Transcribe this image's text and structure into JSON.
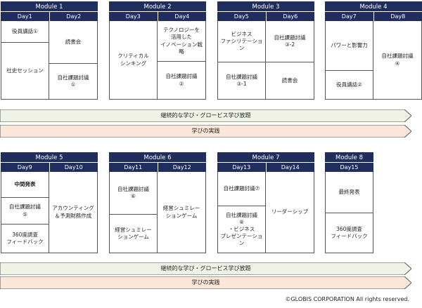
{
  "modules": [
    {
      "title": "Module 1",
      "days": [
        "Day1",
        "Day2"
      ],
      "left": [
        {
          "text": "役員講話①"
        },
        {
          "text": "社史セッション"
        }
      ],
      "right": [
        {
          "text": "読書会"
        },
        {
          "text": "自社課題討議\n①"
        }
      ]
    },
    {
      "title": "Module 2",
      "days": [
        "Day3",
        "Day4"
      ],
      "left": [
        {
          "text": "クリティカル\nシンキング"
        }
      ],
      "right": [
        {
          "text": "テクノロジーを\n活用した\nイノベーション戦\n略"
        },
        {
          "text": "自社課題討議\n②"
        }
      ]
    },
    {
      "title": "Module 3",
      "days": [
        "Day5",
        "Day6"
      ],
      "left": [
        {
          "text": "ビジネス\nファシリテーション"
        },
        {
          "text": "自社課題討議\n③-1"
        }
      ],
      "right": [
        {
          "text": "自社課題討議\n③-2"
        },
        {
          "text": "読書会"
        }
      ]
    },
    {
      "title": "Module 4",
      "days": [
        "Day7",
        "Day8"
      ],
      "left": [
        {
          "text": "パワーと影響力"
        },
        {
          "text": "役員講話②"
        }
      ],
      "right": [
        {
          "text": "自社課題討議\n④"
        }
      ]
    },
    {
      "title": "Module 5",
      "days": [
        "Day9",
        "Day10"
      ],
      "left": [
        {
          "text": "中間発表"
        },
        {
          "text": "自社課題討議\n⑤"
        },
        {
          "text": "360度調査\nフィードバック"
        }
      ],
      "right": [
        {
          "text": "アカウンティング\n＆予測財務作成"
        }
      ]
    },
    {
      "title": "Module 6",
      "days": [
        "Day11",
        "Day12"
      ],
      "left": [
        {
          "text": "自社課題討議\n⑥"
        },
        {
          "text": "経営シュミレー\nションゲーム"
        }
      ],
      "right": [
        {
          "text": "経営シュミレー\nションゲーム"
        }
      ]
    },
    {
      "title": "Module 7",
      "days": [
        "Day13",
        "Day14"
      ],
      "left": [
        {
          "text": "自社課題討議⑦"
        },
        {
          "text": "自社課題討議\n⑧\n・ビジネス\nプレゼンテーション"
        }
      ],
      "right": [
        {
          "text": "リーダーシップ"
        }
      ]
    },
    {
      "title": "Module 8",
      "days": [
        "Day15"
      ],
      "single": [
        {
          "text": "最終発表"
        },
        {
          "text": "360度調査\nフィードバック"
        }
      ]
    }
  ],
  "bands": {
    "continuous": "継続的な学び・グロービス学び放題",
    "practice": "学びの実践"
  },
  "colors": {
    "header": "#1f2e5c",
    "band_green": "#eef3e6",
    "band_peach": "#fbe6da"
  },
  "copyright": "©GLOBIS CORPORATION All rights reserved."
}
